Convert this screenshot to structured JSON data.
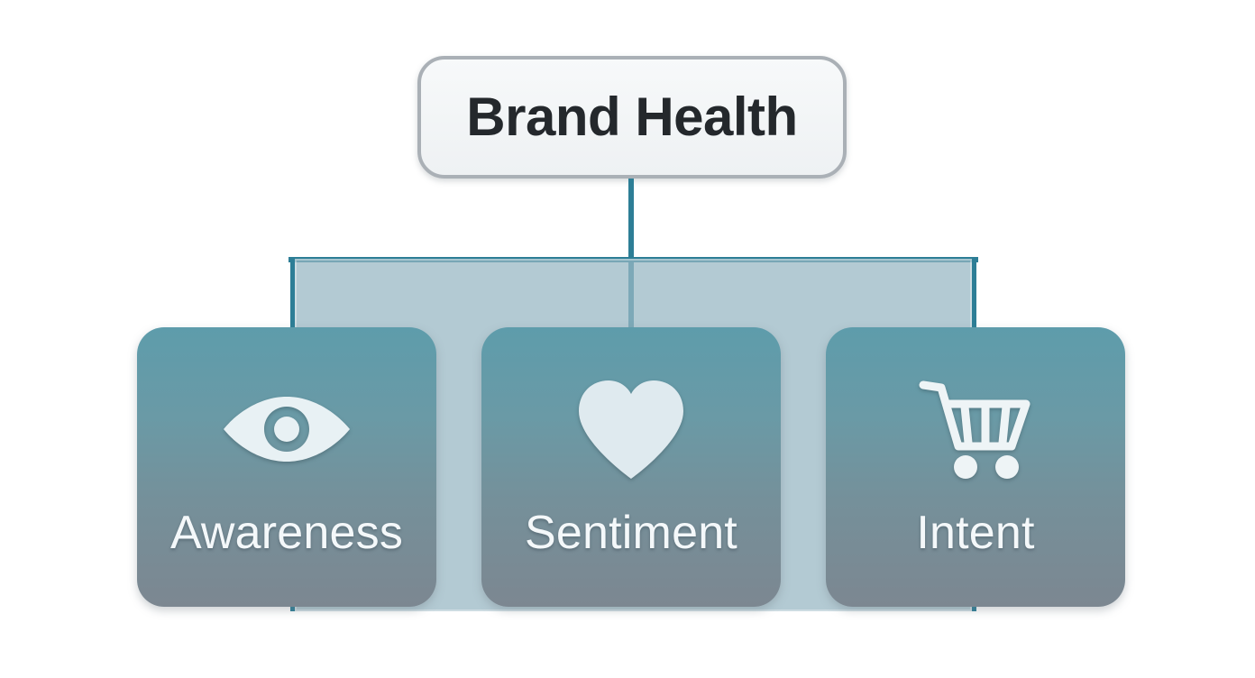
{
  "diagram": {
    "type": "hierarchy-tree",
    "root": {
      "label": "Brand Health",
      "fill_color": "#f2f4f6",
      "border_color": "#aab0b6",
      "text_color": "#24282c"
    },
    "connector": {
      "color": "#2d7e96",
      "panel_fill": "#aec3cb"
    },
    "children": [
      {
        "label": "Awareness",
        "icon": "eye-icon",
        "gradient_top": "#5e9cab",
        "gradient_bottom": "#7c8791",
        "label_color": "#f4f8fa"
      },
      {
        "label": "Sentiment",
        "icon": "heart-icon",
        "gradient_top": "#5e9cab",
        "gradient_bottom": "#7c8791",
        "label_color": "#f4f8fa"
      },
      {
        "label": "Intent",
        "icon": "shopping-cart-icon",
        "gradient_top": "#5e9cab",
        "gradient_bottom": "#7c8791",
        "label_color": "#f4f8fa"
      }
    ]
  }
}
